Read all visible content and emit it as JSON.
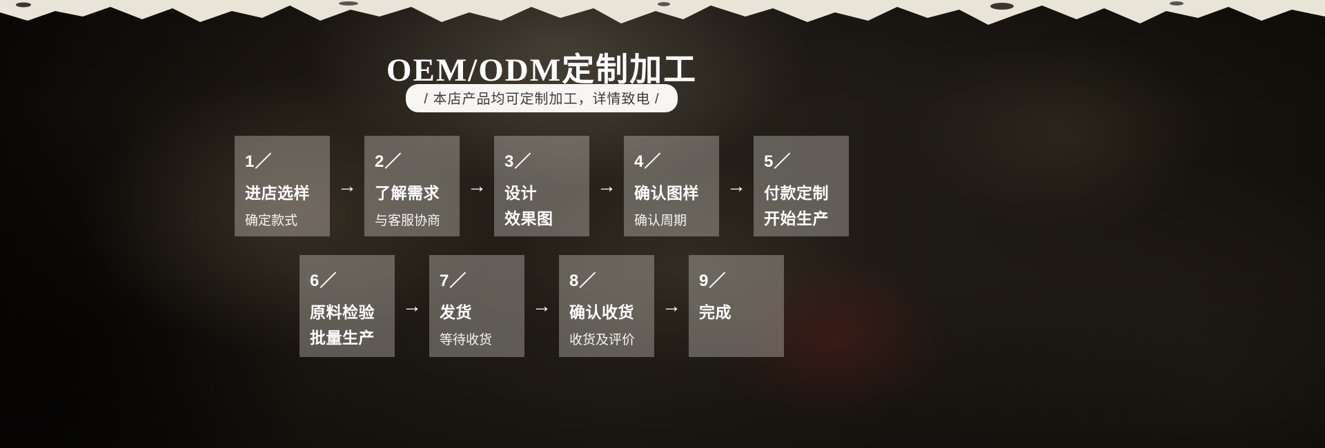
{
  "header": {
    "title": "OEM/ODM定制加工",
    "subtitle": "/ 本店产品均可定制加工，详情致电 /"
  },
  "flow": {
    "arrow": "→",
    "rows": [
      {
        "steps": [
          {
            "num": "1／",
            "lines": [
              "进店选样"
            ],
            "sub": "确定款式"
          },
          {
            "num": "2／",
            "lines": [
              "了解需求"
            ],
            "sub": "与客服协商"
          },
          {
            "num": "3／",
            "lines": [
              "设计",
              "效果图"
            ],
            "sub": ""
          },
          {
            "num": "4／",
            "lines": [
              "确认图样"
            ],
            "sub": "确认周期"
          },
          {
            "num": "5／",
            "lines": [
              "付款定制",
              "开始生产"
            ],
            "sub": ""
          }
        ]
      },
      {
        "steps": [
          {
            "num": "6／",
            "lines": [
              "原料检验",
              "批量生产"
            ],
            "sub": ""
          },
          {
            "num": "7／",
            "lines": [
              "发货"
            ],
            "sub": "等待收货"
          },
          {
            "num": "8／",
            "lines": [
              "确认收货"
            ],
            "sub": "收货及评价"
          },
          {
            "num": "9／",
            "lines": [
              "完成"
            ],
            "sub": ""
          }
        ]
      }
    ]
  },
  "colors": {
    "paper_edge": "#e9e4d8",
    "background": "#161310",
    "step_box": "rgba(248,246,240,0.30)",
    "text": "#ffffff",
    "pill_bg": "#f7f6f2",
    "pill_text": "#3c3c3c"
  }
}
